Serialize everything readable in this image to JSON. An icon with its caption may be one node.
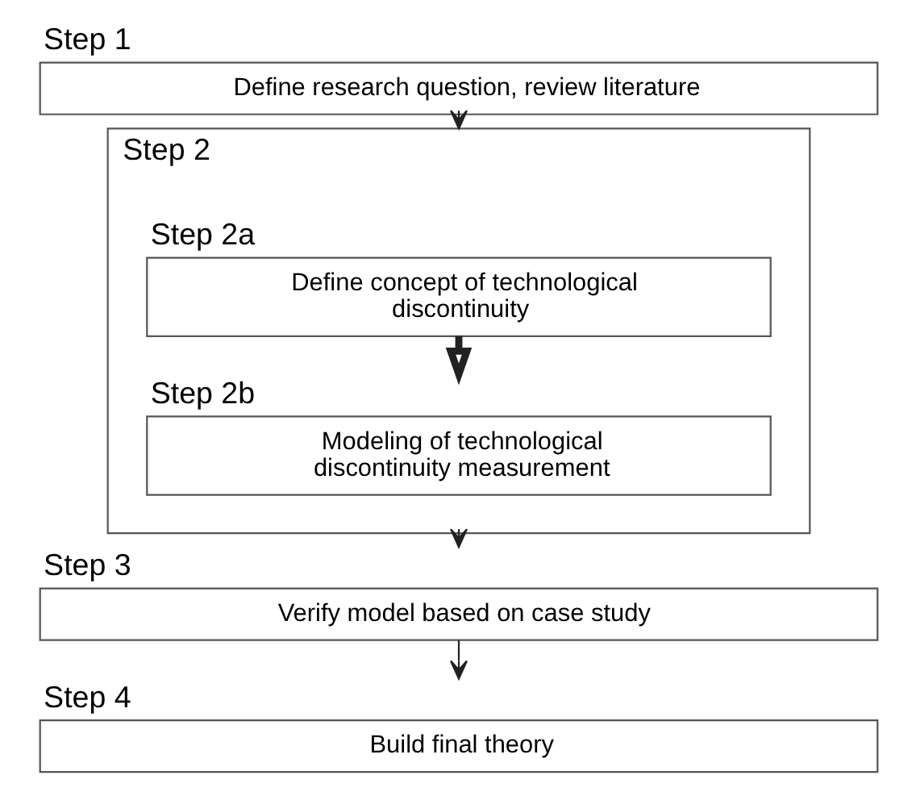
{
  "diagram": {
    "nodes": [
      {
        "text": [
          "Step 1",
          "Define research question, review literature"
        ]
      },
      {
        "text": [
          "Step 2"
        ]
      },
      {
        "text": [
          "Step 2a",
          "Define concept of technological discontinuity"
        ],
        "in": 1
      },
      {
        "text": [
          "Step 2b",
          "Modeling of technological discontinuity measurement"
        ],
        "in": 1
      },
      {
        "text": [
          "Step 3",
          "Verify model based on case study"
        ]
      },
      {
        "text": [
          "Step 4",
          "Build final theory"
        ]
      }
    ],
    "edges": [
      {
        "from": 0,
        "to": 1,
        "arrow": "to"
      },
      {
        "from": 2,
        "to": 3,
        "arrow": "to",
        "style": "thick"
      },
      {
        "from": 1,
        "to": 4,
        "arrow": "to"
      },
      {
        "from": 4,
        "to": 5,
        "arrow": "to"
      }
    ]
  }
}
